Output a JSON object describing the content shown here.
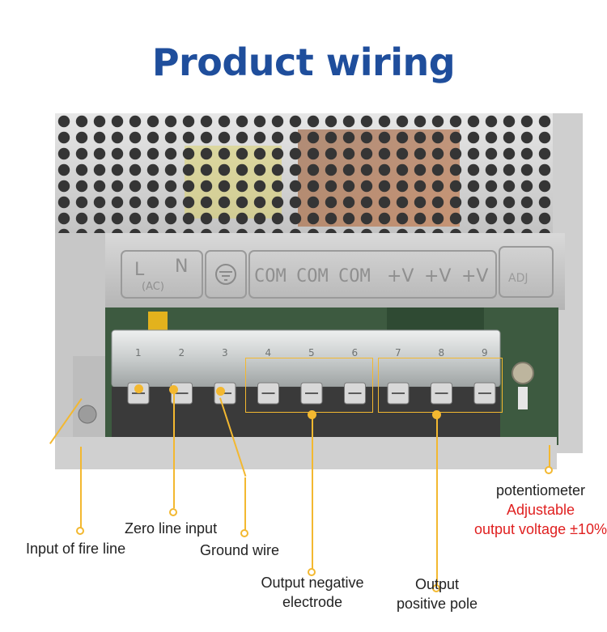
{
  "title": "Product wiring",
  "terminal_labels": {
    "l": "L",
    "n": "N",
    "ac": "(AC)",
    "com1": "COM",
    "com2": "COM",
    "com3": "COM",
    "v1": "+V",
    "v2": "+V",
    "v3": "+V",
    "adj": "ADJ",
    "numbers": [
      "1",
      "2",
      "3",
      "4",
      "5",
      "6",
      "7",
      "8",
      "9"
    ]
  },
  "callouts": {
    "fire_line": "Input of fire line",
    "zero_line": "Zero line input",
    "ground": "Ground wire",
    "output_negative_1": "Output  negative",
    "output_negative_2": "electrode",
    "output_positive_1": "Output",
    "output_positive_2": "positive pole",
    "potentiometer": "potentiometer",
    "adjustable_1": "Adjustable",
    "adjustable_2": "output voltage ±10%"
  },
  "colors": {
    "title": "#1f4e9c",
    "callout": "#f3b830",
    "highlight_text": "#e02020",
    "text": "#222222"
  }
}
